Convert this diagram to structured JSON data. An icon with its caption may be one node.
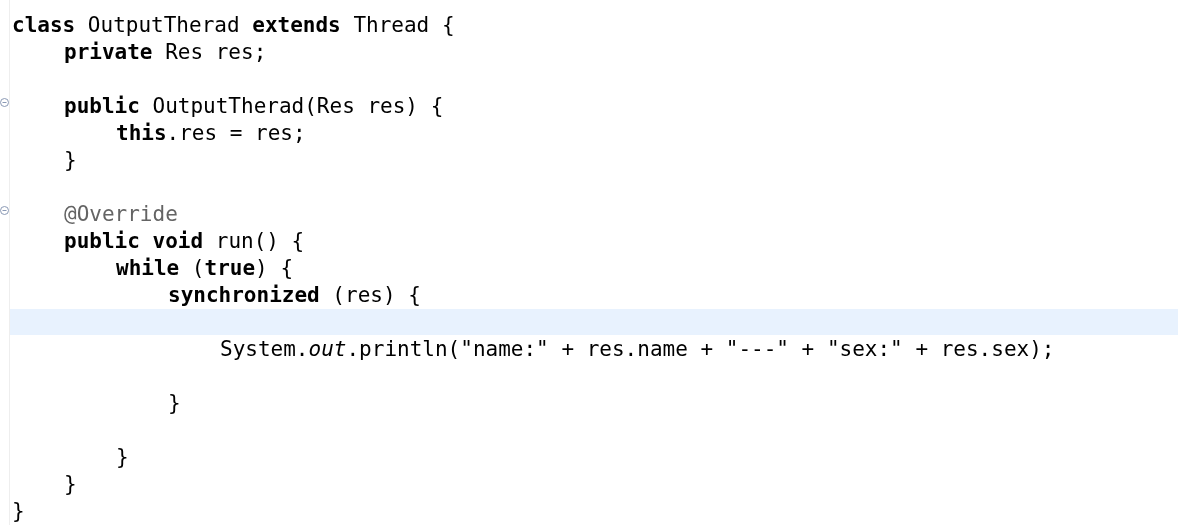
{
  "diagram": {
    "labels": [
      "**class** OutputTherad **extends** Thread {",
      "**private** Res res;",
      "**public** OutputTherad(Res res) {",
      "**this**.res = res;",
      "}",
      "@Override",
      "**public** **void** run() {",
      "**while** (**true**) {",
      "**synchronized** (res) {",
      "System.*out*.println(\"name:\" + res.name + \"---\" + \"sex:\" + res.sex);",
      "}",
      "}",
      "}",
      "}"
    ]
  }
}
